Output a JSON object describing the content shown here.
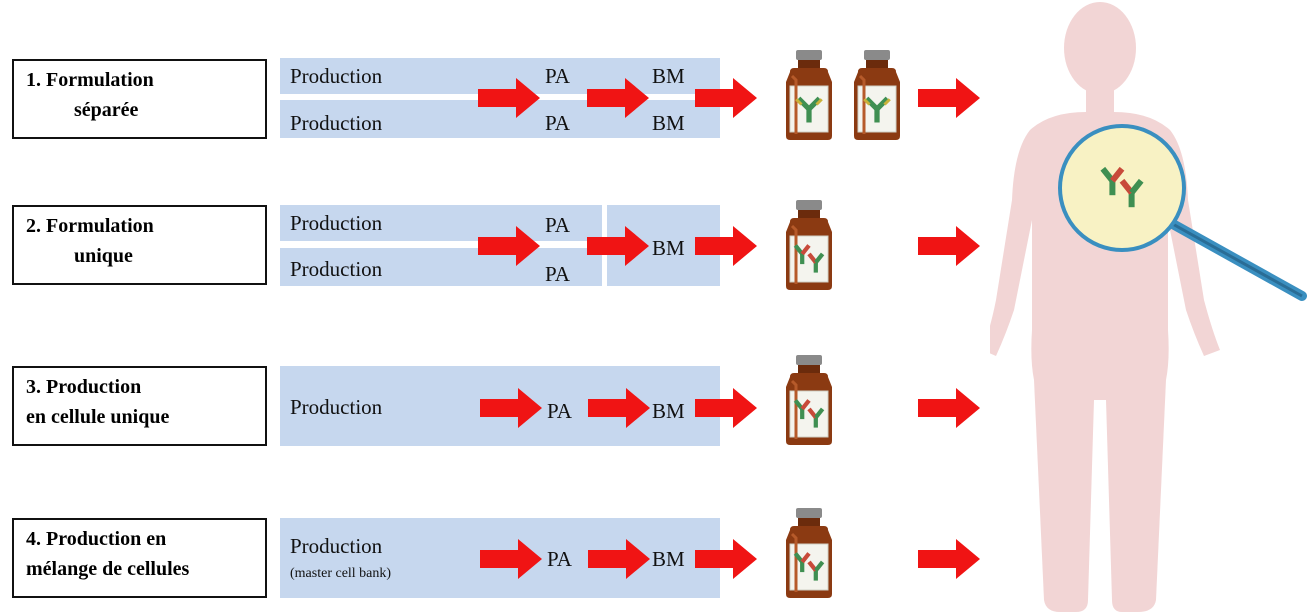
{
  "rows": [
    {
      "title_line1": "1. Formulation",
      "title_line2": "séparée",
      "prod_top": "Production",
      "prod_bottom": "Production",
      "pa_top": "PA",
      "pa_bottom": "PA",
      "bm_top": "BM",
      "bm_bottom": "BM"
    },
    {
      "title_line1": "2. Formulation",
      "title_line2": "unique",
      "prod_top": "Production",
      "prod_bottom": "Production",
      "pa_top": "PA",
      "pa_bottom": "PA",
      "bm": "BM"
    },
    {
      "title_line1": "3. Production",
      "title_line2": "en cellule unique",
      "prod": "Production",
      "pa": "PA",
      "bm": "BM"
    },
    {
      "title_line1": "4. Production en",
      "title_line2": "mélange de cellules",
      "prod": "Production",
      "prod_note": "(master cell bank)",
      "pa": "PA",
      "bm": "BM"
    }
  ],
  "colors": {
    "band": "#c6d7ee",
    "arrow": "#f01414",
    "body": "#f2d5d5",
    "vial": "#8b3a12",
    "lens": "#f8f2c4",
    "handle": "#3a8fc0"
  },
  "icons": [
    "arrow-icon",
    "vial-icon",
    "antibody-icon",
    "human-silhouette",
    "magnifier-icon"
  ]
}
